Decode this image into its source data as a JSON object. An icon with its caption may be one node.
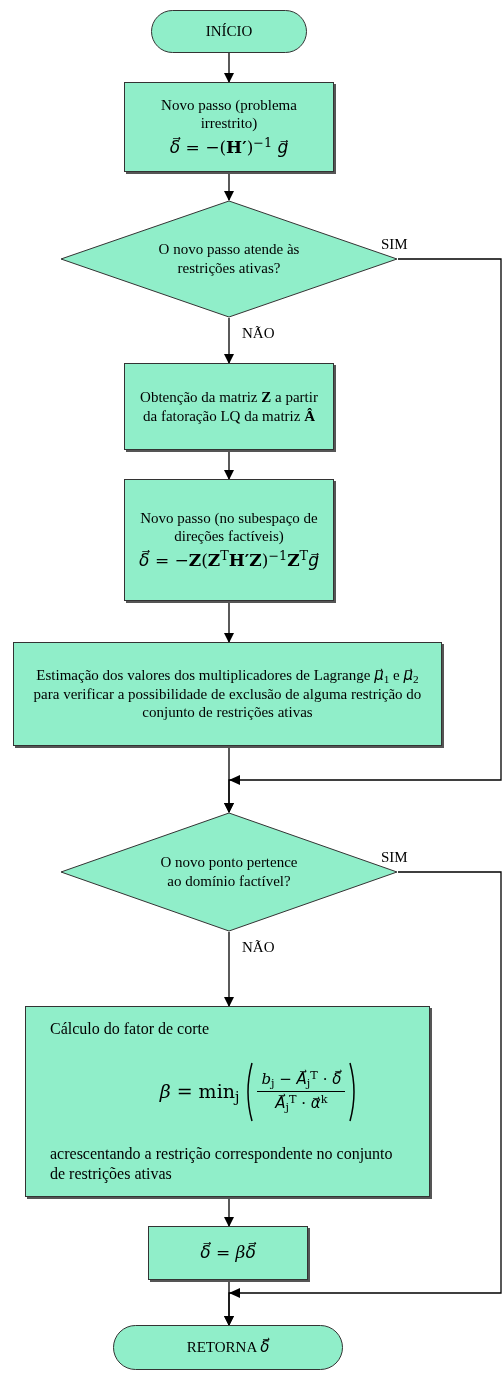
{
  "diagram": {
    "nodes": [
      {
        "text": [
          "INÍCIO"
        ]
      },
      {
        "text": [
          "Novo passo (problema irrestrito)",
          "*δ⃗* = −(**H′**)$^{−1}$ *g⃗*"
        ]
      },
      {
        "text": [
          "O novo passo atende às restrições ativas?"
        ]
      },
      {
        "text": [
          "Obtenção da matriz **Z** a partir da fatoração LQ da matriz **Â**"
        ]
      },
      {
        "text": [
          "Novo passo (no subespaço de direções factíveis)",
          "*δ⃗* = −**Z**(**Z**$^{T}$**H′Z**)$^{−1}$**Z**$^{T}$*g⃗*"
        ]
      },
      {
        "text": [
          "Estimação dos valores dos multiplicadores de Lagrange *μ⃗*$_{1}$ e *μ⃗*$_{2}$ para verificar a possibilidade de exclusão de alguma restrição do conjunto de restrições ativas"
        ]
      },
      {
        "text": [
          "O novo ponto pertence ao domínio factível?"
        ]
      },
      {
        "text": [
          "Cálculo do fator de corte",
          "*β* = min$_{j}$",
          "*b*$_{j}$ − *A⃗*$_{j}$$^{T}$ · *δ⃗*",
          "*A⃗*$_{j}$$^{T}$ · *α⃗*$^{k}$",
          "acrescentando a restrição correspondente no conjunto de restrições ativas"
        ]
      },
      {
        "text": [
          "*δ⃗* = *βδ⃗*"
        ]
      },
      {
        "text": [
          "RETORNA *δ⃗*"
        ]
      }
    ],
    "edges": [
      {
        "from": 0,
        "to": 1,
        "arrow": "to"
      },
      {
        "from": 1,
        "to": 2,
        "arrow": "to"
      },
      {
        "from": 2,
        "to": 3,
        "arrow": "to",
        "label": "NÃO"
      },
      {
        "from": 3,
        "to": 4,
        "arrow": "to"
      },
      {
        "from": 4,
        "to": 5,
        "arrow": "to"
      },
      {
        "from": 5,
        "to": 6,
        "arrow": "to"
      },
      {
        "from": 6,
        "to": 7,
        "arrow": "to",
        "label": "NÃO"
      },
      {
        "from": 7,
        "to": 8,
        "arrow": "to"
      },
      {
        "from": 8,
        "to": 9,
        "arrow": "to"
      },
      {
        "from": 2,
        "to": 6,
        "arrow": "to",
        "label": "SIM"
      },
      {
        "from": 6,
        "to": 9,
        "arrow": "to",
        "label": "SIM"
      }
    ]
  }
}
